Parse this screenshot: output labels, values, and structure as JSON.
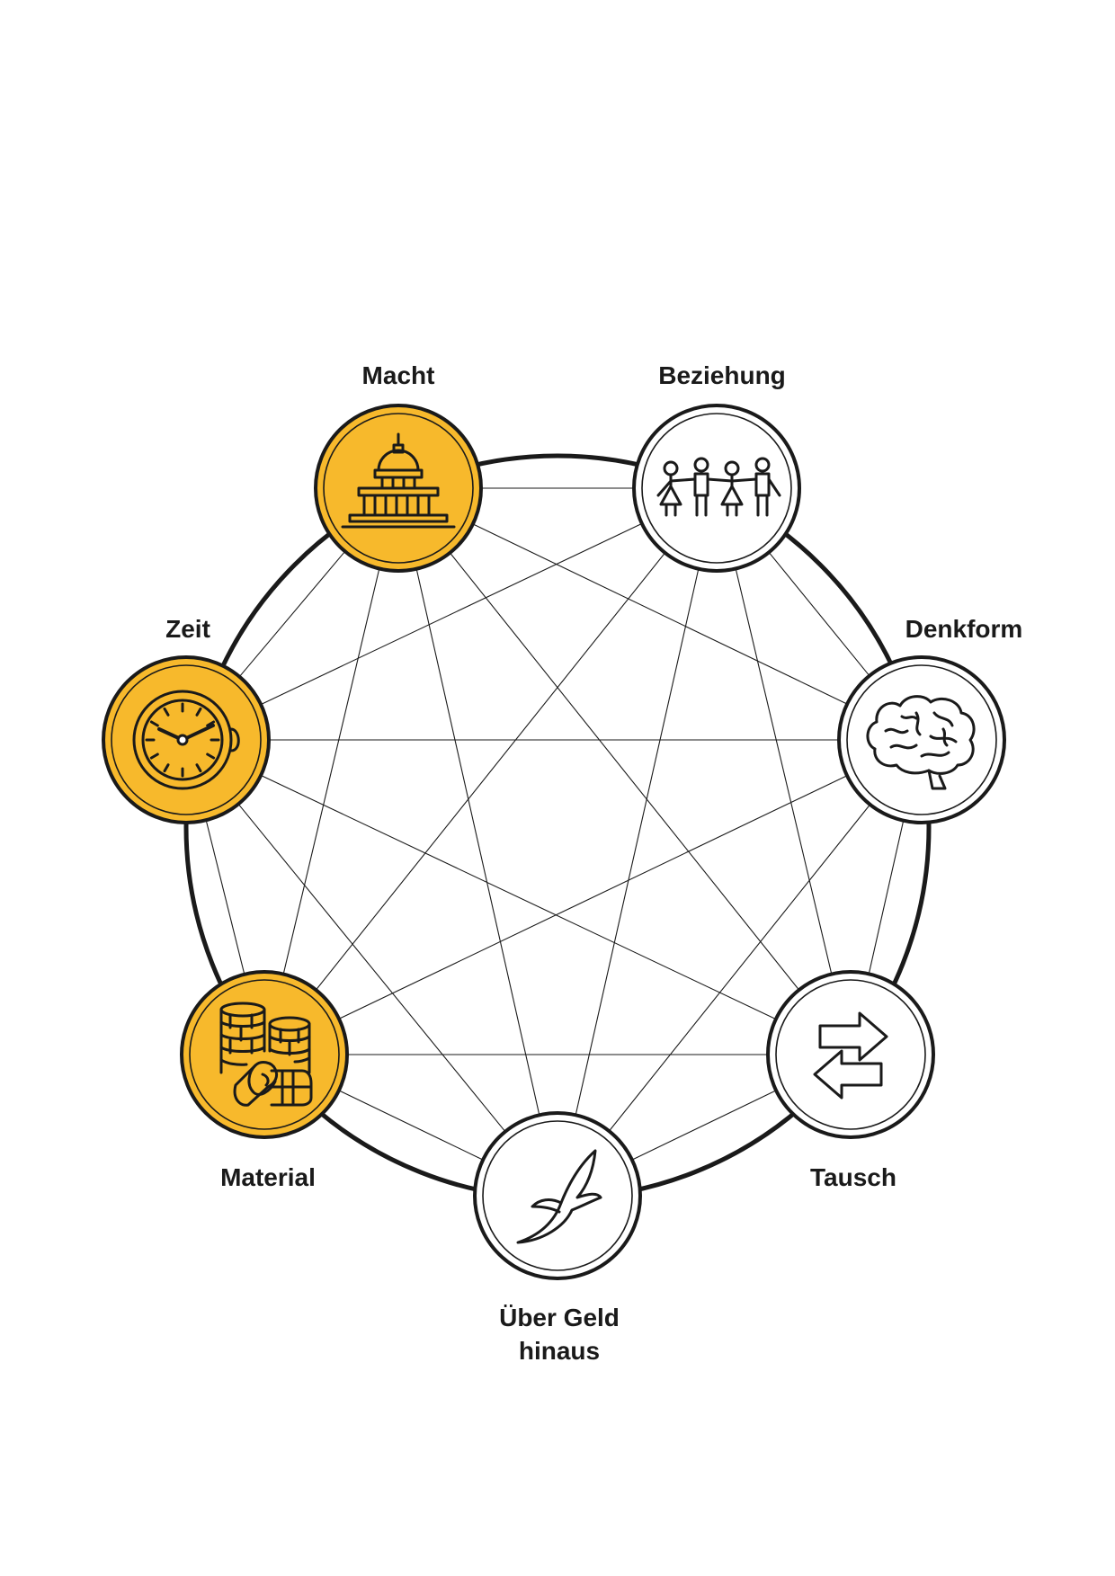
{
  "colors": {
    "accent": "#f7b92c",
    "neutral": "#ffffff",
    "ink": "#1a1a1a"
  },
  "nodes": [
    {
      "id": "macht",
      "label": "Macht",
      "icon": "capitol-building-icon",
      "highlighted": true
    },
    {
      "id": "beziehung",
      "label": "Beziehung",
      "icon": "people-holding-hands-icon",
      "highlighted": false
    },
    {
      "id": "denkform",
      "label": "Denkform",
      "icon": "brain-icon",
      "highlighted": false
    },
    {
      "id": "tausch",
      "label": "Tausch",
      "icon": "exchange-arrows-icon",
      "highlighted": false
    },
    {
      "id": "ueber-geld-hinaus",
      "label_lines": [
        "Über Geld",
        "hinaus"
      ],
      "icon": "flying-bird-icon",
      "highlighted": false
    },
    {
      "id": "material",
      "label": "Material",
      "icon": "coin-stacks-icon",
      "highlighted": true
    },
    {
      "id": "zeit",
      "label": "Zeit",
      "icon": "clock-icon",
      "highlighted": true
    }
  ]
}
